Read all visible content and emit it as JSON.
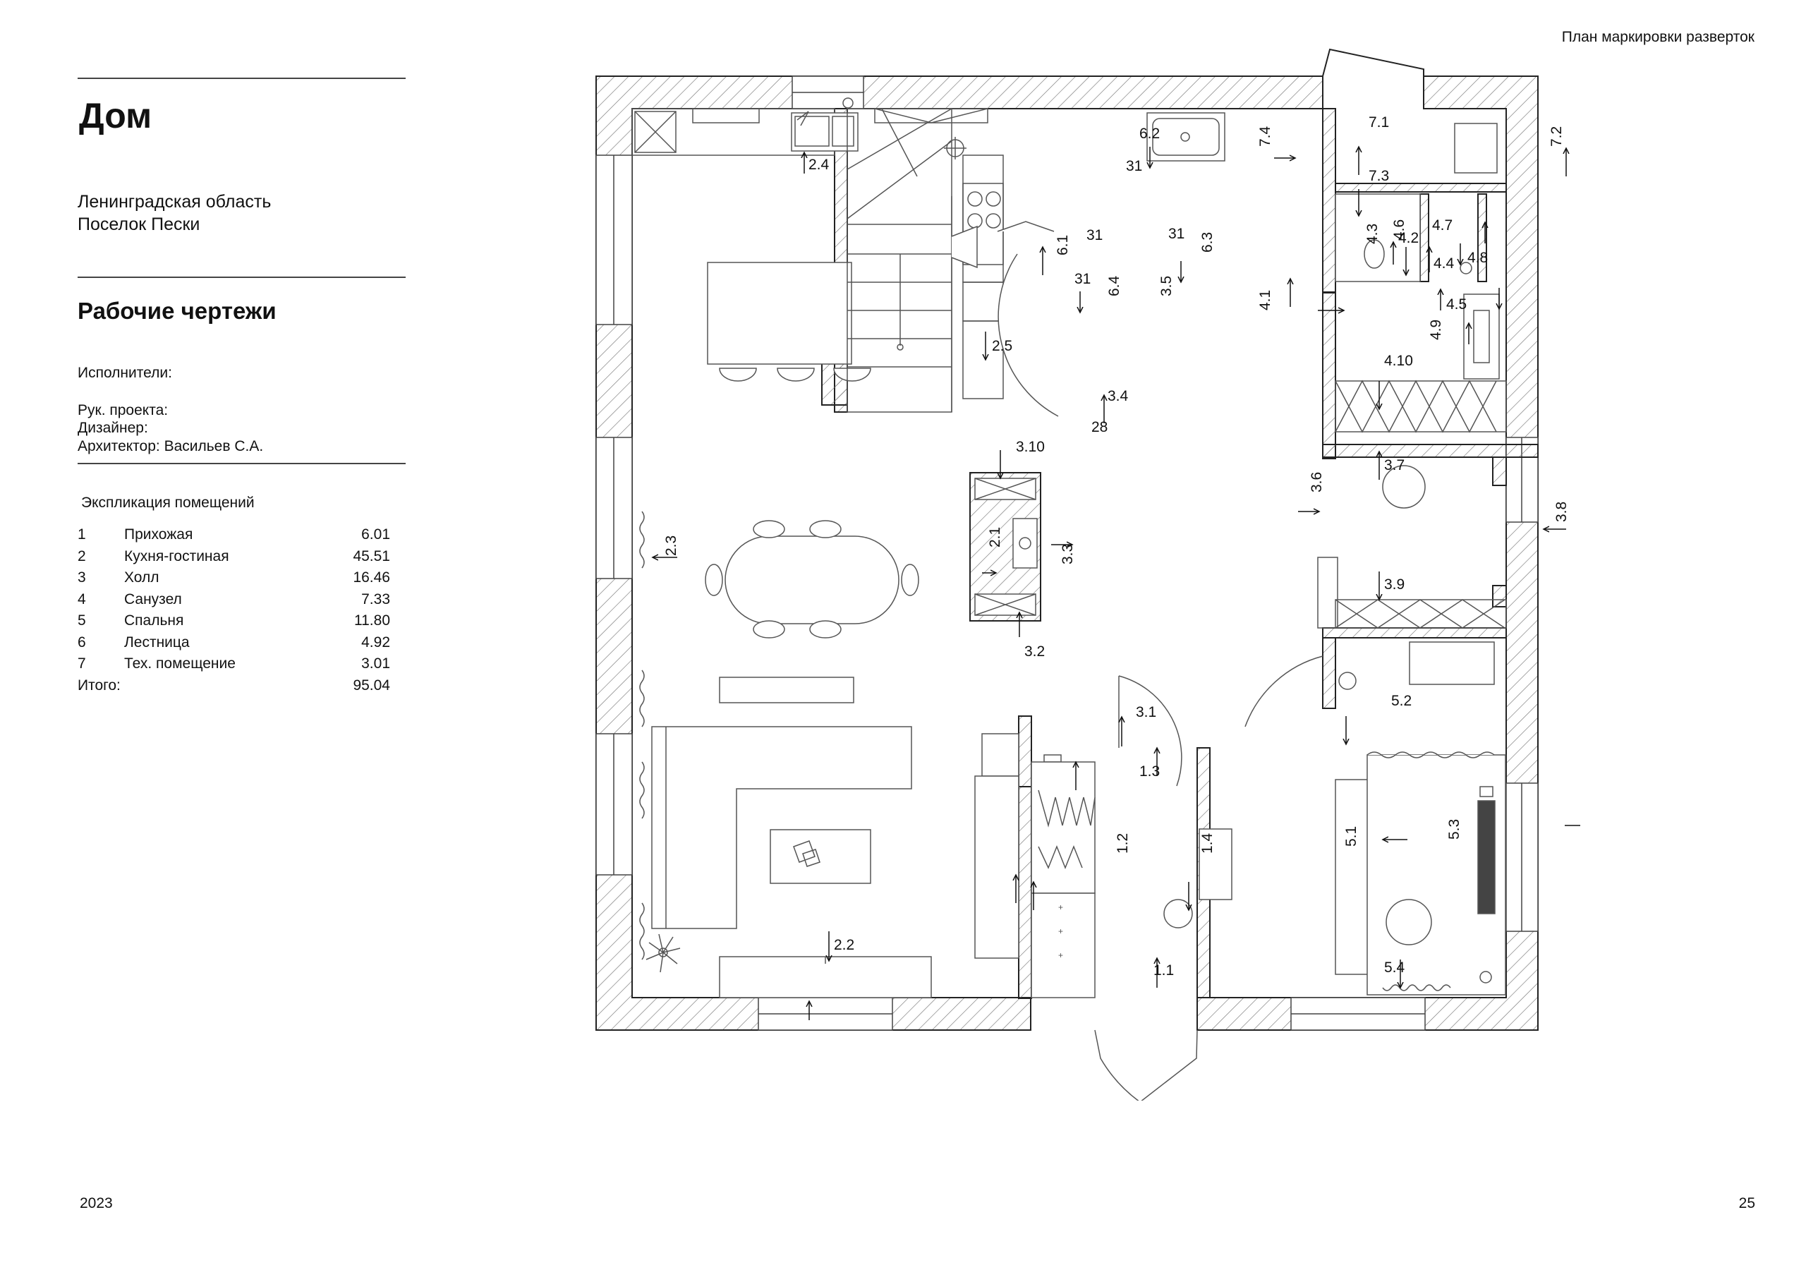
{
  "header": {
    "right_title": "План маркировки разверток"
  },
  "project": {
    "title": "Дом",
    "location_line1": "Ленинградская область",
    "location_line2": "Поселок Пески",
    "section_title": "Рабочие чертежи",
    "executors_label": "Исполнители:",
    "project_lead_label": "Рук. проекта:",
    "designer_label": "Дизайнер:",
    "architect_label": "Архитектор: Васильев С.А."
  },
  "explication": {
    "title": "Экспликация  помещений",
    "rooms": [
      {
        "num": "1",
        "name": "Прихожая",
        "area": "6.01"
      },
      {
        "num": "2",
        "name": "Кухня-гостиная",
        "area": "45.51"
      },
      {
        "num": "3",
        "name": "Холл",
        "area": "16.46"
      },
      {
        "num": "4",
        "name": "Санузел",
        "area": "7.33"
      },
      {
        "num": "5",
        "name": "Спальня",
        "area": "11.80"
      },
      {
        "num": "6",
        "name": "Лестница",
        "area": "4.92"
      },
      {
        "num": "7",
        "name": "Тех. помещение",
        "area": "3.01"
      }
    ],
    "total_label": "Итого:",
    "total_area": "95.04"
  },
  "plan": {
    "markers": {
      "m11": "1.1",
      "m12": "1.2",
      "m13": "1.3",
      "m14": "1.4",
      "m21": "2.1",
      "m22": "2.2",
      "m23": "2.3",
      "m24": "2.4",
      "m25": "2.5",
      "m31": "3.1",
      "m32": "3.2",
      "m33": "3.3",
      "m34": "3.4",
      "m35": "3.5",
      "m36": "3.6",
      "m37": "3.7",
      "m38": "3.8",
      "m39": "3.9",
      "m310": "3.10",
      "m41": "4.1",
      "m42": "4.2",
      "m43": "4.3",
      "m44": "4.4",
      "m45": "4.5",
      "m46": "4.6",
      "m47": "4.7",
      "m48": "4.8",
      "m49": "4.9",
      "m410": "4.10",
      "m51": "5.1",
      "m52": "5.2",
      "m53": "5.3",
      "m54": "5.4",
      "m61": "6.1",
      "m62": "6.2",
      "m63": "6.3",
      "m64": "6.4",
      "m71": "7.1",
      "m72": "7.2",
      "m73": "7.3",
      "m74": "7.4"
    },
    "stair_labels": {
      "s1": "31",
      "s2": "31",
      "s3": "31",
      "s4": "31",
      "s5": "28"
    }
  },
  "footer": {
    "year": "2023",
    "page": "25"
  }
}
